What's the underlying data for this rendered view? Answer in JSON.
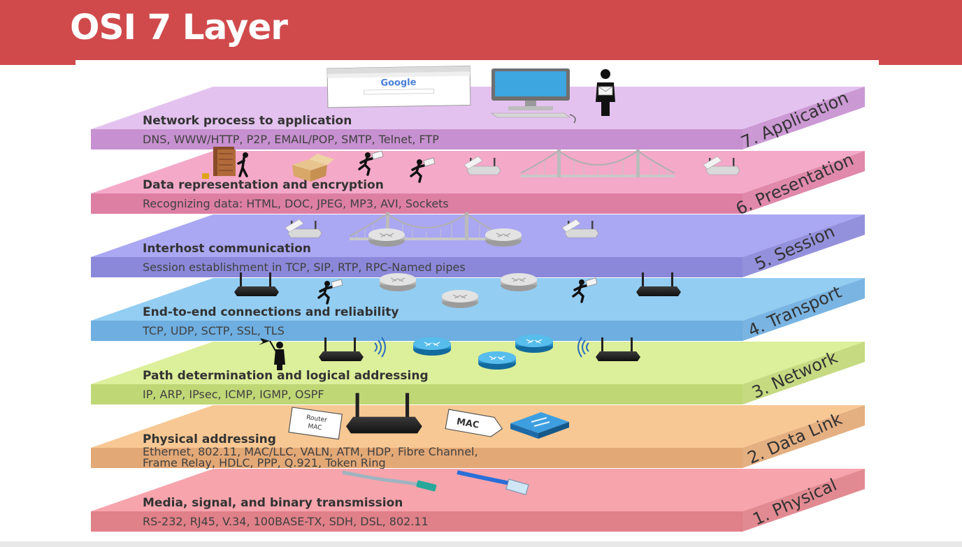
{
  "title": "OSI 7 Layer",
  "layers": [
    {
      "name": "7. Application",
      "description": "Network process to application",
      "protocols": [
        "DNS, WWW/HTTP, P2P, EMAIL/POP, SMTP, Telnet, FTP"
      ],
      "top_color": "#e4c2ef",
      "front_color": "#c790d0"
    },
    {
      "name": "6. Presentation",
      "description": "Data representation and encryption",
      "protocols": [
        "Recognizing data: HTML, DOC, JPEG, MP3, AVI, Sockets"
      ],
      "top_color": "#f4a9c9",
      "front_color": "#dd7fa3"
    },
    {
      "name": "5. Session",
      "description": "Interhost communication",
      "protocols": [
        "Session establishment in TCP, SIP, RTP, RPC-Named pipes"
      ],
      "top_color": "#aaa7f3",
      "front_color": "#8b88d9"
    },
    {
      "name": "4. Transport",
      "description": "End-to-end connections and reliability",
      "protocols": [
        "TCP, UDP, SCTP, SSL, TLS"
      ],
      "top_color": "#93cdf2",
      "front_color": "#6eaee0"
    },
    {
      "name": "3. Network",
      "description": "Path determination and logical addressing",
      "protocols": [
        "IP, ARP, IPsec, ICMP, IGMP, OSPF"
      ],
      "top_color": "#dcef9a",
      "front_color": "#c0d776"
    },
    {
      "name": "2. Data Link",
      "description": "Physical addressing",
      "protocols": [
        "Ethernet, 802.11, MAC/LLC, VALN, ATM, HDP, Fibre Channel,",
        "Frame Relay, HDLC,  PPP, Q.921, Token Ring"
      ],
      "top_color": "#f7c894",
      "front_color": "#e2a876"
    },
    {
      "name": "1. Physical",
      "description": "Media, signal, and binary transmission",
      "protocols": [
        "RS-232, RJ45, V.34, 100BASE-TX, SDH, DSL, 802.11"
      ],
      "top_color": "#f7a4ac",
      "front_color": "#e08088"
    }
  ],
  "icons": {
    "google_logo": "Google",
    "router_tag": [
      "Router",
      "MAC"
    ],
    "mac_tag": "MAC"
  },
  "colors": {
    "header": "#d04a4c"
  }
}
